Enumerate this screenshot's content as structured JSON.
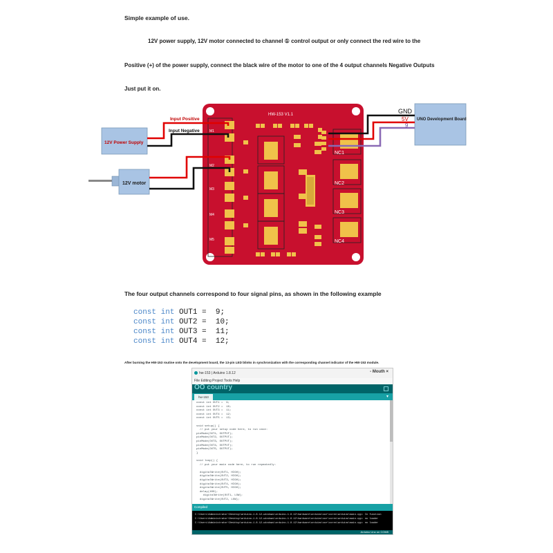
{
  "intro": {
    "title": "Simple example of use.",
    "line1": "12V power supply, 12V motor connected to channel ① control output or only connect the red wire to the",
    "line2": "Positive (+) of the power supply, connect the black wire of the motor to one of the 4 output channels Negative Outputs",
    "line3": "Just put it on."
  },
  "diagram": {
    "power_supply_label": "12V Power Supply",
    "motor_label": "12V motor",
    "uno_label": "UNO Development Board",
    "input_positive": "Input Positive",
    "input_negative": "Input Negative",
    "gnd": "GND",
    "v5": "5V",
    "pin9": "9",
    "board_title": "HW-153 V1.1",
    "channels": [
      "NC1",
      "NC2",
      "NC3",
      "NC4"
    ],
    "m_labels": [
      "M1",
      "M2",
      "M3",
      "M4",
      "M5"
    ],
    "colors": {
      "board": "#c8102e",
      "pad": "#f0c24a",
      "wire_red": "#e00000",
      "wire_black": "#101010",
      "wire_purple": "#8a6ab5",
      "box_blue": "#a9c4e4"
    }
  },
  "mapping": {
    "caption": "The four output channels correspond to four signal pins, as shown in the following example",
    "lines": [
      {
        "kw": "const int",
        "name": "OUT1",
        "val": "9;"
      },
      {
        "kw": "const int",
        "name": "OUT2",
        "val": "10;"
      },
      {
        "kw": "const int",
        "name": "OUT3",
        "val": "11;"
      },
      {
        "kw": "const int",
        "name": "OUT4",
        "val": "12;"
      }
    ]
  },
  "burn_caption": "After burning the HW-153 routine onto the development board, the 13-pin LED blinks in synchronization with the corresponding channel indicator of the HW-153 module.",
  "ide": {
    "window_title": "hw-153 | Arduino 1.8.12",
    "window_controls": "- Mouth ×",
    "menu": "File Editing Project Tools Help",
    "toolbar_text": "OO country",
    "tab_name": "hw-153",
    "colors": {
      "toolbar": "#006468",
      "tabbar": "#17a1a5",
      "console": "#000000"
    },
    "code": [
      "const int OUT1 =  9;",
      "const int OUT2 =  10;",
      "const int OUT3 =  11;",
      "const int OUT4 =  12;",
      "const int OUT5 =  13;",
      "",
      "void setup() {",
      "  // put your setup code here, to run once:",
      "pinMode(OUT1, OUTPUT);",
      "pinMode(OUT2, OUTPUT);",
      "pinMode(OUT3, OUTPUT);",
      "pinMode(OUT4, OUTPUT);",
      "pinMode(OUT5, OUTPUT);",
      "}",
      "",
      "void loop() {",
      "  // put your main code here, to run repeatedly:",
      "",
      "  digitalWrite(OUT1, HIGH);",
      "  digitalWrite(OUT2, HIGH);",
      "  digitalWrite(OUT3, HIGH);",
      "  digitalWrite(OUT4, HIGH);",
      "  digitalWrite(OUT5, HIGH);",
      "  delay(400);",
      "    digitalWrite(OUT1, LOW);",
      "  digitalWrite(OUT2, LOW);"
    ],
    "console_label": "Compiled",
    "console": [
      "C:\\Users\\Administrator\\Desktop\\arduino-1.8.12-windows\\arduino-1.8.12\\hardware\\arduino\\avr\\cores\\arduino\\main.cpp: In function",
      "C:\\Users\\Administrator\\Desktop\\arduino-1.8.12-windows\\arduino-1.8.12\\hardware\\arduino\\avr\\cores\\arduino\\main.cpp: no loader",
      "C:\\Users\\Administrator\\Desktop\\arduino-1.8.12-windows\\arduino-1.8.12\\hardware\\arduino\\avr\\cores\\arduino\\main.cpp: no loader"
    ],
    "status": "Arduino Uno on COM5"
  }
}
